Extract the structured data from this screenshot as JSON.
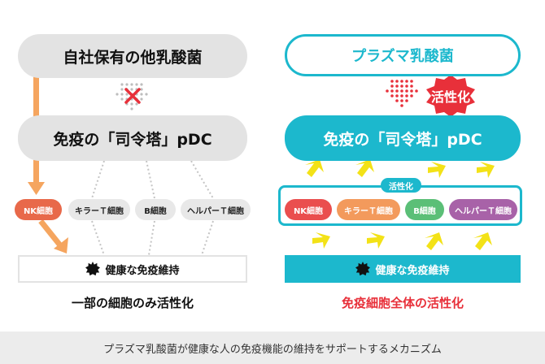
{
  "left": {
    "top_label": "自社保有の他乳酸菌",
    "pdc_label": "免疫の「司令塔」pDC",
    "cells": [
      "NK細胞",
      "キラーＴ細胞",
      "B細胞",
      "ヘルパーＴ細胞"
    ],
    "result_label": "健康な免疫維持",
    "caption": "一部の細胞のみ活性化"
  },
  "right": {
    "top_label": "プラズマ乳酸菌",
    "activate_badge": "活性化",
    "pdc_label": "免疫の「司令塔」pDC",
    "cells_badge": "活性化",
    "cells": [
      "NK細胞",
      "キラーＴ細胞",
      "B細胞",
      "ヘルパーＴ細胞"
    ],
    "result_label": "健康な免疫維持",
    "caption": "免疫細胞全体の活性化"
  },
  "footer": "プラズマ乳酸菌が健康な人の免疫機能の維持をサポートするメカニズム",
  "colors": {
    "teal": "#1cb8cd",
    "gray": "#e3e3e3",
    "orange": "#f5a55f",
    "red": "#e8303a",
    "yellow": "#f3e217",
    "caption_red": "#e8303a"
  }
}
